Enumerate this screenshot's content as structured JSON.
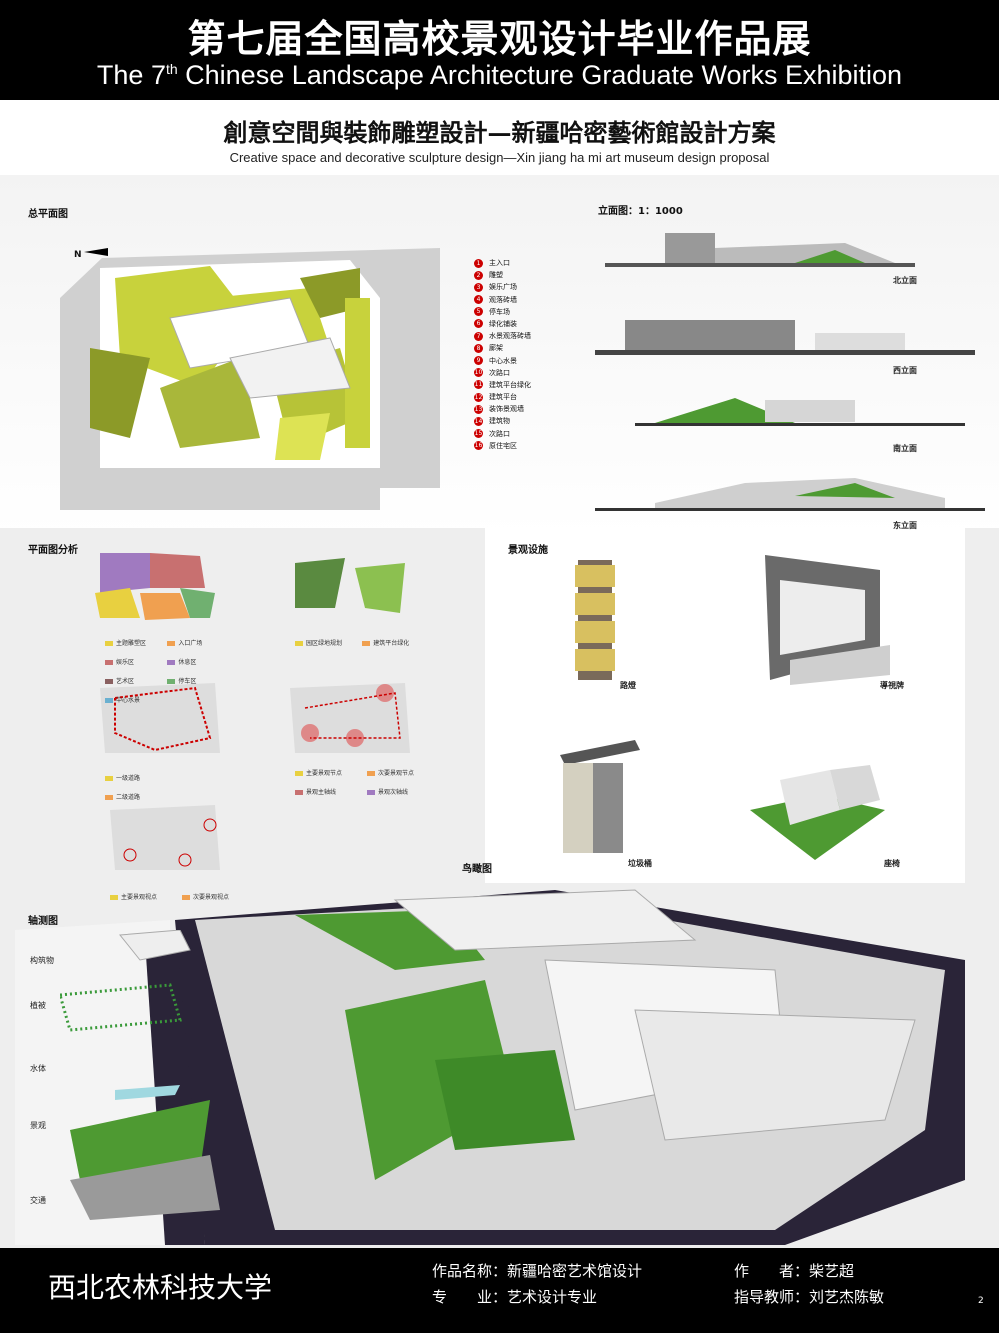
{
  "header": {
    "title_cn": "第七届全国高校景观设计毕业作品展",
    "title_en_pre": "The 7",
    "title_en_sup": "th",
    "title_en_post": " Chinese Landscape Architecture Graduate Works Exhibition"
  },
  "project": {
    "title_cn": "創意空間與裝飾雕塑設計—新疆哈密藝術館設計方案",
    "title_en": "Creative space and decorative sculpture design—Xin jiang ha mi art museum design proposal"
  },
  "sections": {
    "site_plan": "总平面图",
    "elevation": "立面图：1：1000",
    "plan_analysis": "平面图分析",
    "facilities": "景观设施",
    "birdseye": "鸟瞰图",
    "axonometric": "轴测图"
  },
  "north": "N",
  "legend": [
    "主入口",
    "雕塑",
    "娱乐广场",
    "观落砖墙",
    "停车场",
    "绿化铺装",
    "水景观落砖墙",
    "廊架",
    "中心水景",
    "次路口",
    "建筑平台绿化",
    "建筑平台",
    "装饰景观墙",
    "建筑物",
    "次路口",
    "原住宅区"
  ],
  "elevations": [
    "北立面",
    "西立面",
    "南立面",
    "东立面"
  ],
  "facilities": [
    "路燈",
    "導視牌",
    "垃圾桶",
    "座椅"
  ],
  "axo_layers": [
    "构筑物",
    "植被",
    "水体",
    "景观",
    "交通"
  ],
  "analysis_legend_1": [
    "主题雕塑区",
    "入口广场",
    "娱乐区",
    "休息区",
    "艺术区",
    "停车区",
    "中心水景"
  ],
  "analysis_legend_2": [
    "园区绿地规划",
    "建筑平台绿化"
  ],
  "analysis_legend_3": [
    "一级道路",
    "二级道路"
  ],
  "analysis_legend_4": [
    "主要景观节点",
    "次要景观节点",
    "景观主轴线",
    "景观次轴线"
  ],
  "analysis_legend_5": [
    "主要景观视点",
    "次要景观视点"
  ],
  "footer": {
    "school": "西北农林科技大学",
    "work_label": "作品名称：",
    "work_name": "新疆哈密艺术馆设计",
    "author_label": "作　　者：",
    "author": "柴艺超",
    "major_label": "专　　业：",
    "major": "艺术设计专业",
    "advisor_label": "指导教师：",
    "advisor": "刘艺杰陈敏",
    "page": "2"
  },
  "colors": {
    "lime": "#c8d23c",
    "olive": "#8c9a28",
    "green": "#4e9a32",
    "dark_road": "#2a2438",
    "grey": "#c8c8c8",
    "marker": "#cc1111"
  }
}
